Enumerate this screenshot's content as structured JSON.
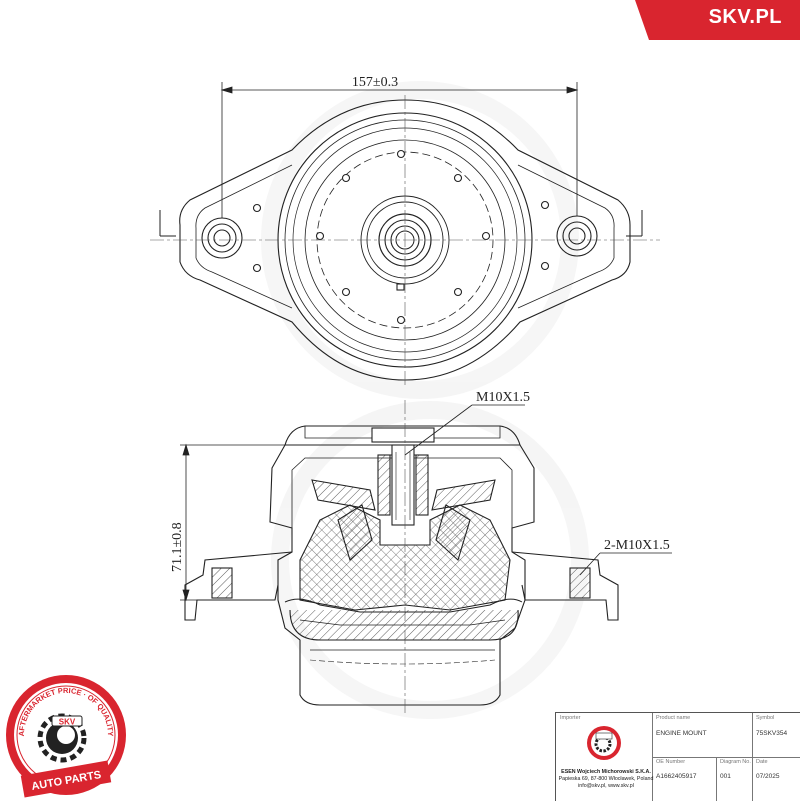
{
  "brand": {
    "name": "SKV.PL",
    "color": "#d9252f"
  },
  "dimensions": {
    "width": "157±0.3",
    "thread_center": "M10X1.5",
    "thread_side": "2-M10X1.5",
    "height": "71.1±0.8"
  },
  "seal": {
    "ring_text": "AFTERMARKET PRICE · OF QUALITY",
    "bottom_text": "AUTO PARTS",
    "logo": "SKV",
    "color": "#d9252f"
  },
  "title_block": {
    "importer_label": "Importer",
    "importer_lines": [
      "ESEN Wojciech Michorowski S.K.A.",
      "Papieska 69, 87-800 Włocławek, Poland",
      "info@skv.pl, www.skv.pl"
    ],
    "product_label": "Product name",
    "product": "ENGINE MOUNT",
    "symbol_label": "Symbol",
    "symbol": "75SKV354",
    "oe_label": "OE Number",
    "oe": "A1662405917",
    "diagram_label": "Diagram No.",
    "diagram": "001",
    "date_label": "Date",
    "date": "07/2025"
  }
}
